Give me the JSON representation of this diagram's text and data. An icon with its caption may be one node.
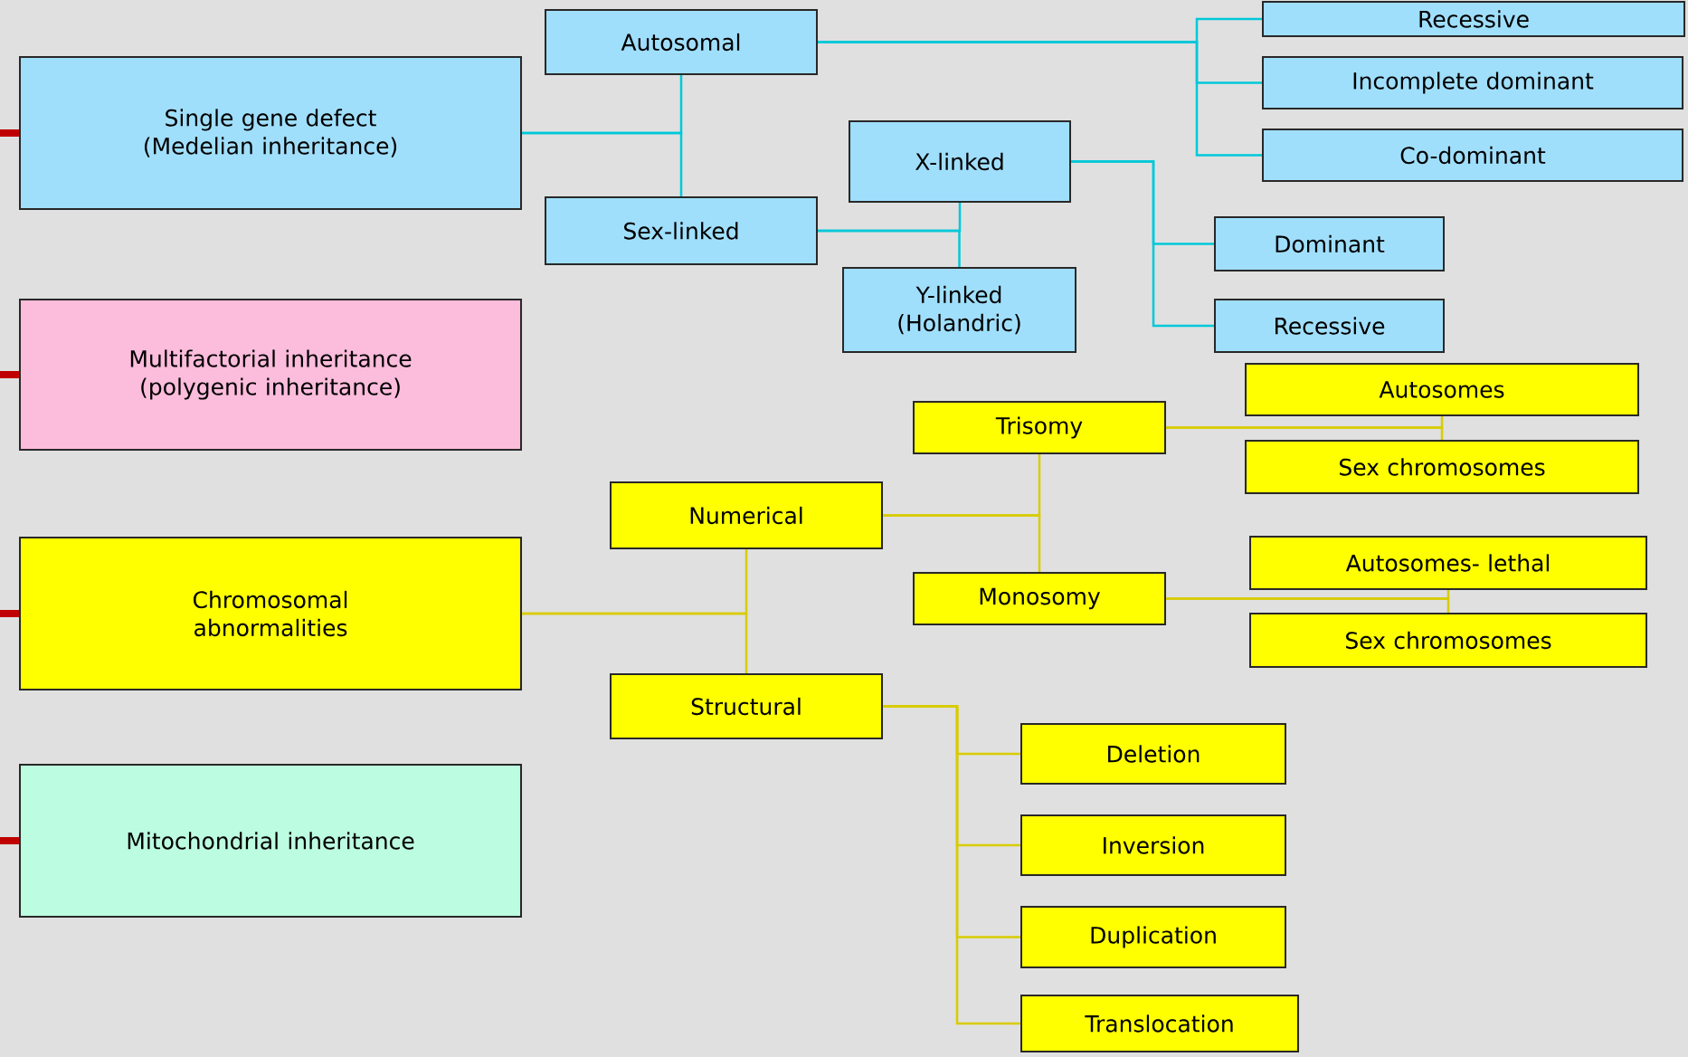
{
  "diagram": {
    "nodes": [
      {
        "text": [
          "Single gene defect (Medelian inheritance)"
        ]
      },
      {
        "text": [
          "Autosomal"
        ]
      },
      {
        "text": [
          "Recessive"
        ]
      },
      {
        "text": [
          "Incomplete dominant"
        ]
      },
      {
        "text": [
          "Co-dominant"
        ]
      },
      {
        "text": [
          "Sex-linked"
        ]
      },
      {
        "text": [
          "X-linked"
        ]
      },
      {
        "text": [
          "Y-linked (Holandric)"
        ]
      },
      {
        "text": [
          "Dominant"
        ]
      },
      {
        "text": [
          "Recessive"
        ]
      },
      {
        "text": [
          "Multifactorial inheritance (polygenic inheritance)"
        ]
      },
      {
        "text": [
          "Chromosomal abnormalities"
        ]
      },
      {
        "text": [
          "Numerical"
        ]
      },
      {
        "text": [
          "Structural"
        ]
      },
      {
        "text": [
          "Trisomy"
        ]
      },
      {
        "text": [
          "Monosomy"
        ]
      },
      {
        "text": [
          "Autosomes"
        ]
      },
      {
        "text": [
          "Sex chromosomes"
        ]
      },
      {
        "text": [
          "Autosomes- lethal"
        ]
      },
      {
        "text": [
          "Sex chromosomes"
        ]
      },
      {
        "text": [
          "Deletion"
        ]
      },
      {
        "text": [
          "Inversion"
        ]
      },
      {
        "text": [
          "Duplication"
        ]
      },
      {
        "text": [
          "Translocation"
        ]
      },
      {
        "text": [
          "Mitochondrial inheritance"
        ]
      }
    ],
    "edges": [
      {
        "from": 0,
        "to": 1,
        "arrow": "none",
        "color": "#00c8d8"
      },
      {
        "from": 0,
        "to": 5,
        "arrow": "none",
        "color": "#00c8d8"
      },
      {
        "from": 1,
        "to": 2,
        "arrow": "none",
        "color": "#00c8d8"
      },
      {
        "from": 1,
        "to": 3,
        "arrow": "none",
        "color": "#00c8d8"
      },
      {
        "from": 1,
        "to": 4,
        "arrow": "none",
        "color": "#00c8d8"
      },
      {
        "from": 5,
        "to": 6,
        "arrow": "none",
        "color": "#00c8d8"
      },
      {
        "from": 5,
        "to": 7,
        "arrow": "none",
        "color": "#00c8d8"
      },
      {
        "from": 6,
        "to": 8,
        "arrow": "none",
        "color": "#00c8d8"
      },
      {
        "from": 6,
        "to": 9,
        "arrow": "none",
        "color": "#00c8d8"
      },
      {
        "from": 11,
        "to": 12,
        "arrow": "none"
      },
      {
        "from": 11,
        "to": 13,
        "arrow": "none"
      },
      {
        "from": 12,
        "to": 14,
        "arrow": "none"
      },
      {
        "from": 12,
        "to": 15,
        "arrow": "none"
      },
      {
        "from": 14,
        "to": 16,
        "arrow": "none"
      },
      {
        "from": 14,
        "to": 17,
        "arrow": "none"
      },
      {
        "from": 15,
        "to": 18,
        "arrow": "none"
      },
      {
        "from": 15,
        "to": 19,
        "arrow": "none"
      },
      {
        "from": 13,
        "to": 20,
        "arrow": "none"
      },
      {
        "from": 13,
        "to": 21,
        "arrow": "none"
      },
      {
        "from": 13,
        "to": 22,
        "arrow": "none"
      },
      {
        "from": 13,
        "to": 23,
        "arrow": "none"
      },
      {
        "from": null,
        "to": 0,
        "arrow": "none",
        "style": "thick",
        "color": "#c00000"
      },
      {
        "from": null,
        "to": 10,
        "arrow": "none",
        "style": "thick",
        "color": "#c00000"
      },
      {
        "from": null,
        "to": 11,
        "arrow": "none",
        "style": "thick",
        "color": "#c00000"
      },
      {
        "from": null,
        "to": 24,
        "arrow": "none",
        "style": "thick",
        "color": "#c00000"
      }
    ]
  }
}
